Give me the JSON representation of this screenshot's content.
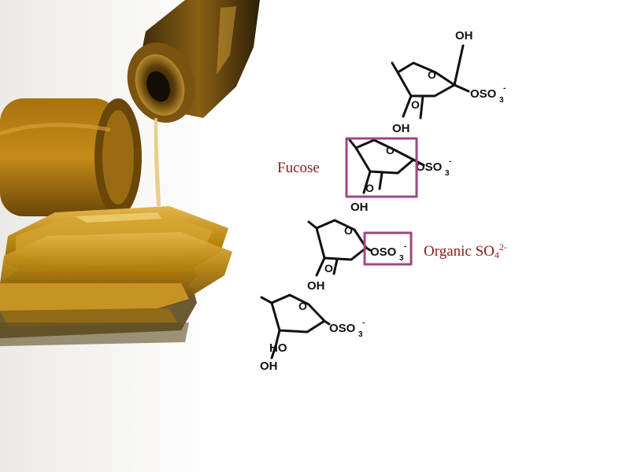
{
  "labels": {
    "fucose": "Fucose",
    "sulfate_main": "Organic SO",
    "sulfate_sub": "4",
    "sulfate_sup": "2-"
  },
  "molecule": {
    "oh": "OH",
    "ho": "HO",
    "o": "O",
    "oso3": "OSO",
    "sub3": "3",
    "minus": "-"
  },
  "colors": {
    "highlight_box": "#a0477f",
    "annotation_text": "#8b1a1a",
    "gelatin_sheet": "#c08a16",
    "oil_bottle": "#6e4a10"
  }
}
